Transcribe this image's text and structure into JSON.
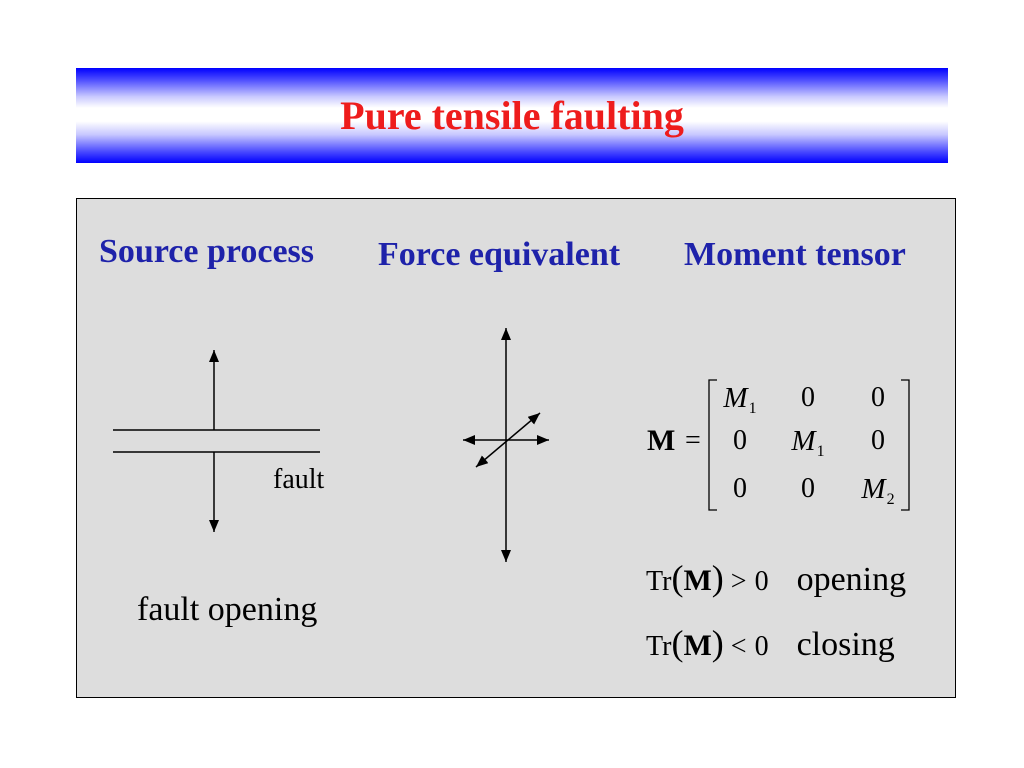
{
  "colors": {
    "title_text": "#ee1c1c",
    "heading_text": "#1e22aa",
    "title_bar_blue": "#0000ff",
    "panel_background": "#dddddd"
  },
  "title": "Pure tensile faulting",
  "headings": {
    "source": "Source process",
    "force": "Force equivalent",
    "moment": "Moment tensor"
  },
  "source_process": {
    "fault_label": "fault",
    "caption": "fault opening"
  },
  "moment_tensor": {
    "symbol": "M",
    "equals": "=",
    "rows": [
      [
        {
          "base": "M",
          "sub": "1"
        },
        {
          "base": "0"
        },
        {
          "base": "0"
        }
      ],
      [
        {
          "base": "0"
        },
        {
          "base": "M",
          "sub": "1"
        },
        {
          "base": "0"
        }
      ],
      [
        {
          "base": "0"
        },
        {
          "base": "0"
        },
        {
          "base": "M",
          "sub": "2"
        }
      ]
    ]
  },
  "trace_conditions": [
    {
      "operator_name": "Tr",
      "open_paren": "(",
      "argument": "M",
      "close_paren": ")",
      "relation": ">",
      "value": "0",
      "meaning": "opening"
    },
    {
      "operator_name": "Tr",
      "open_paren": "(",
      "argument": "M",
      "close_paren": ")",
      "relation": "<",
      "value": "0",
      "meaning": "closing"
    }
  ]
}
